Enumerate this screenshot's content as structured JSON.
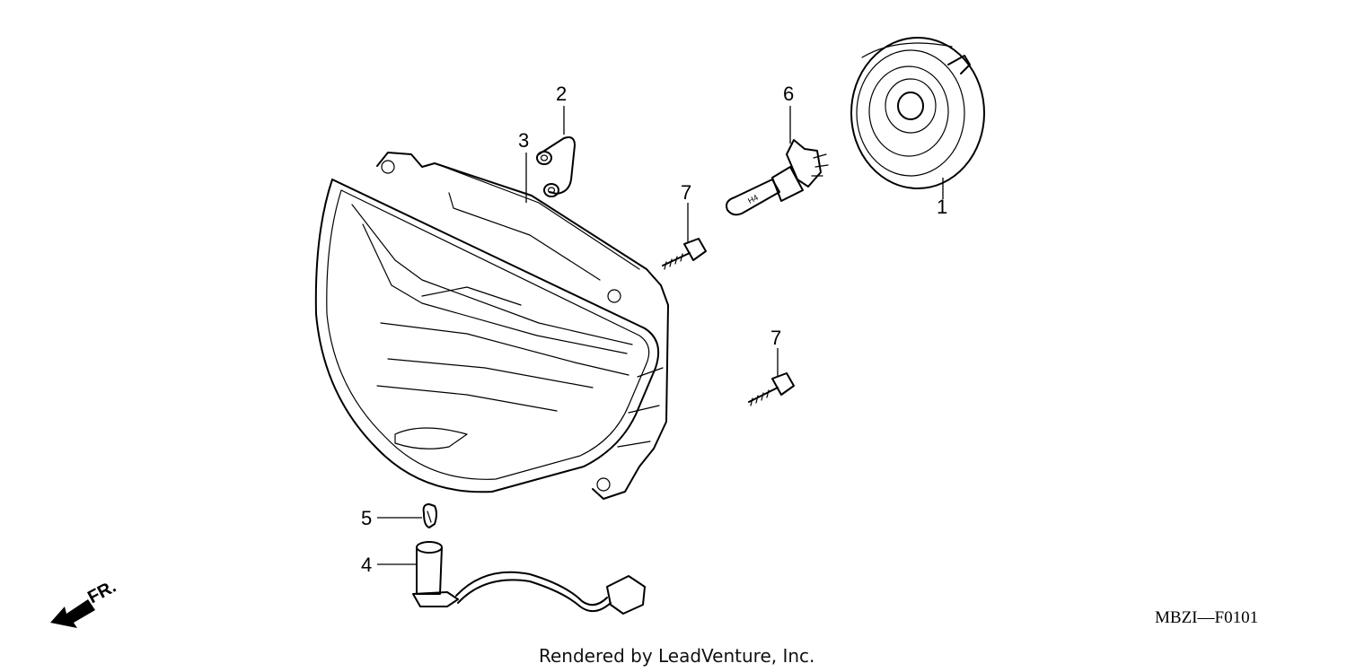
{
  "callouts": {
    "part_1": "1",
    "part_2": "2",
    "part_3": "3",
    "part_4": "4",
    "part_5": "5",
    "part_6": "6",
    "part_7a": "7",
    "part_7b": "7"
  },
  "direction_indicator": "FR.",
  "diagram_code": "MBZI—F0101",
  "bulb_marking": "H4",
  "footer": "Rendered by LeadVenture, Inc."
}
